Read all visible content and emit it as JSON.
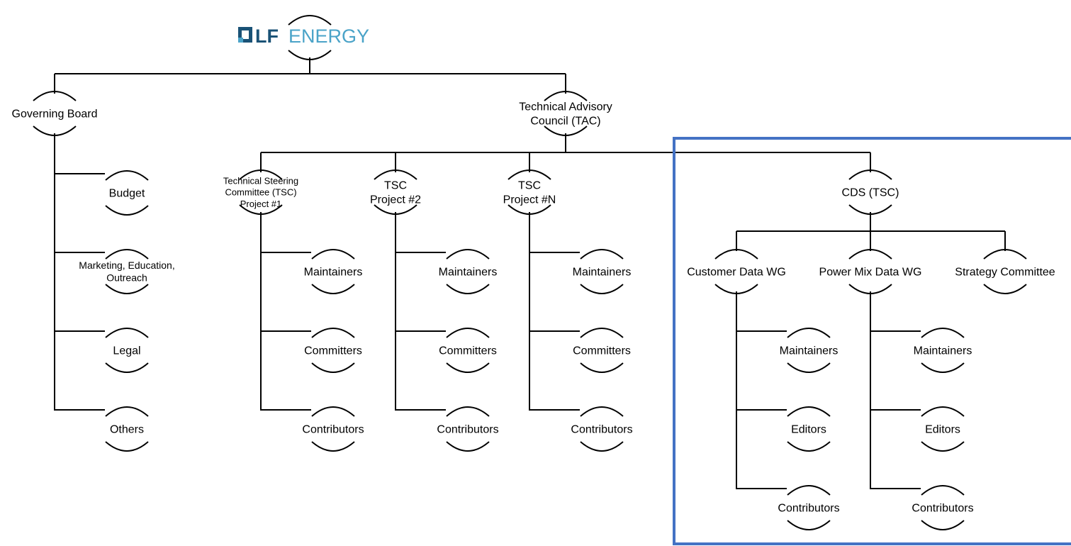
{
  "logo": {
    "mark_text": "LF",
    "wordmark": "ENERGY",
    "brand_color": "#4aa3c8",
    "mark_color": "#1a5276"
  },
  "colors": {
    "line": "#000000",
    "highlight_box": "#4472c4"
  },
  "root": {
    "label": ""
  },
  "governing_board": {
    "label": "Governing Board",
    "children": [
      "Budget",
      "Marketing, Education, Outreach",
      "Legal",
      "Others"
    ]
  },
  "tac": {
    "label_lines": [
      "Technical Advisory",
      "Council (TAC)"
    ]
  },
  "tsc_projects": [
    {
      "label_lines": [
        "Technical Steering",
        "Committee (TSC)",
        "Project #1"
      ],
      "roles": [
        "Maintainers",
        "Committers",
        "Contributors"
      ]
    },
    {
      "label_lines": [
        "TSC",
        "Project #2"
      ],
      "roles": [
        "Maintainers",
        "Committers",
        "Contributors"
      ]
    },
    {
      "label_lines": [
        "TSC",
        "Project #N"
      ],
      "roles": [
        "Maintainers",
        "Committers",
        "Contributors"
      ]
    }
  ],
  "cds": {
    "label": "CDS (TSC)",
    "groups": [
      {
        "label": "Customer Data WG",
        "roles": [
          "Maintainers",
          "Editors",
          "Contributors"
        ]
      },
      {
        "label": "Power Mix Data WG",
        "roles": [
          "Maintainers",
          "Editors",
          "Contributors"
        ]
      },
      {
        "label": "Strategy Committee",
        "roles": []
      }
    ]
  }
}
